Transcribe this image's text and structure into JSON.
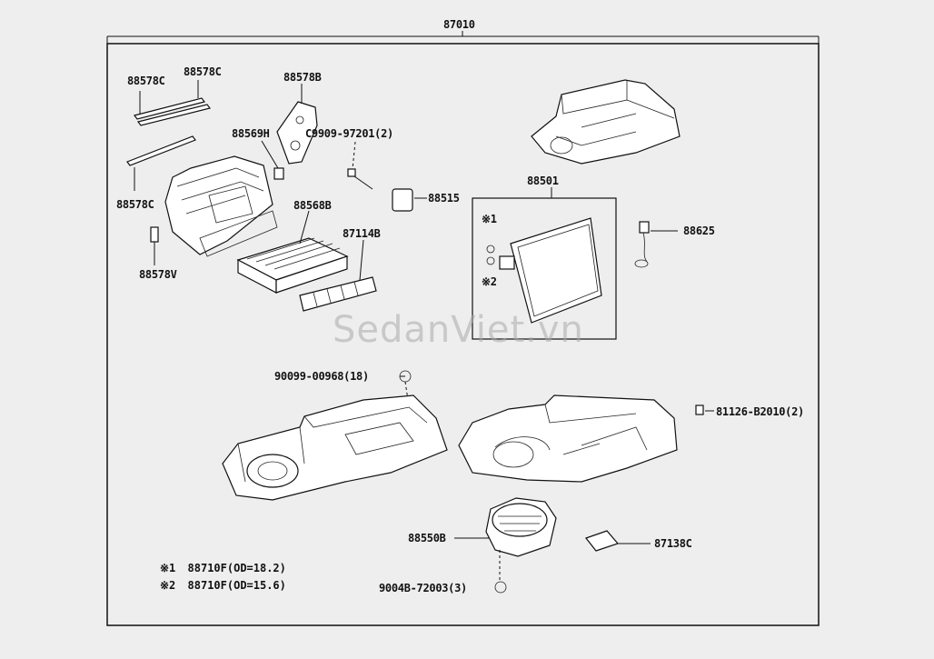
{
  "diagram": {
    "assembly_number": "87010",
    "watermark": "SedanViet.vn",
    "callouts": {
      "c88578C_a": "88578C",
      "c88578C_b": "88578C",
      "c88578C_c": "88578C",
      "c88578B": "88578B",
      "c88569H": "88569H",
      "c9909": "C9909-97201(2)",
      "c88515": "88515",
      "c88568B": "88568B",
      "c87114B": "87114B",
      "c88578V": "88578V",
      "c88501": "88501",
      "c88625": "88625",
      "mark1": "※1",
      "mark2": "※2",
      "c90099": "90099-00968(18)",
      "c81126": "81126-B2010(2)",
      "c88550B": "88550B",
      "c87138C": "87138C",
      "c9004B": "9004B-72003(3)"
    },
    "notes": [
      {
        "mark": "※1",
        "text": "88710F(OD=18.2)"
      },
      {
        "mark": "※2",
        "text": "88710F(OD=15.6)"
      }
    ]
  }
}
